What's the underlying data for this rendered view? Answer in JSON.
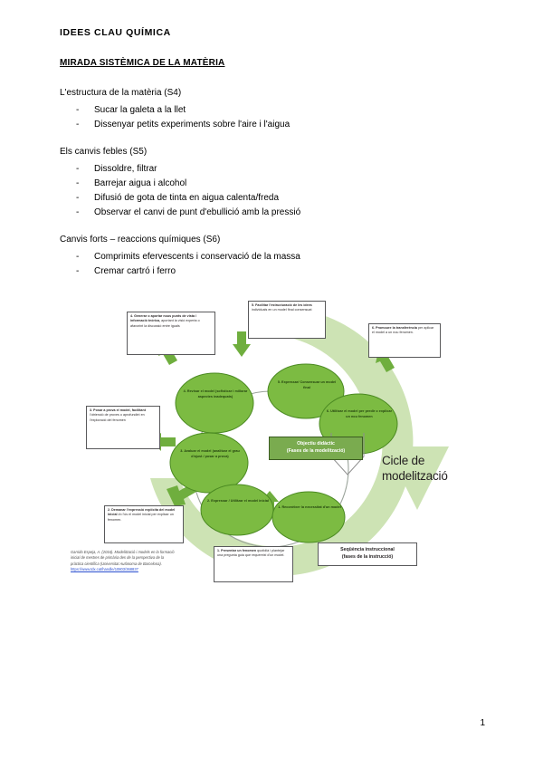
{
  "document": {
    "title": "IDEES CLAU QUÍMICA",
    "subtitle": "MIRADA SISTÈMICA DE LA MATÈRIA",
    "sections": [
      {
        "heading": "L'estructura de la matèria (S4)",
        "items": [
          "Sucar la galeta a la llet",
          "Dissenyar petits experiments sobre l'aire i l'aigua"
        ]
      },
      {
        "heading": "Els canvis febles (S5)",
        "items": [
          "Dissoldre, filtrar",
          "Barrejar aigua i alcohol",
          "Difusió de gota de tinta en aigua calenta/freda",
          "Observar el canvi de punt d'ebullició amb la pressió"
        ]
      },
      {
        "heading": "Canvis forts – reaccions químiques (S6)",
        "items": [
          "Comprimits efervescents i conservació de la massa",
          "Cremar cartró i ferro"
        ]
      }
    ],
    "bullet_dash": "-",
    "page_number": "1"
  },
  "figure": {
    "cycle_title_line1": "Cicle de",
    "cycle_title_line2": "modelització",
    "legend_objective_line1": "Objectiu didàctic",
    "legend_objective_line2": "(Fases de la modelització)",
    "legend_sequence_line1": "Seqüència instruccional",
    "legend_sequence_line2": "(fases de la instrucció)",
    "ellipses": [
      {
        "id": "1",
        "text": "1. Reconèixer la necessitat d'un model"
      },
      {
        "id": "2",
        "text": "2. Expressar / Utilitzar el model inicial"
      },
      {
        "id": "3",
        "text": "3. Avaluar el model (analitzar el grau d'ajust / posar a prova)"
      },
      {
        "id": "4",
        "text": "4. Revisar el model (sofisticar i millorar aspectes inadequats)"
      },
      {
        "id": "5",
        "text": "5. Expressar/ Consensuar un model final"
      },
      {
        "id": "6",
        "text": "6. Utilitzar el model per predir o explicar un nou fenomen"
      }
    ],
    "boxes": [
      {
        "id": "1",
        "bold": "1. Presentar un fenomen",
        "rest": "quotidià i plantejar una pregunta guia que requereixi d'un model."
      },
      {
        "id": "2",
        "bold": "2. Demanar l'expressió explícita del model inicial",
        "rest": "i/o l'ús el model inicial per explicar un fenomen."
      },
      {
        "id": "3",
        "bold": "3. Posar a prova el model, facilitant",
        "rest": "l'obtenció de proves o aprofundint en l'exploració del fenomen"
      },
      {
        "id": "4",
        "bold": "4. Generar o aportar nous punts de vista / informació teòrica,",
        "rest": "aportant la visió experta o afavorint la discussió entre iguals"
      },
      {
        "id": "5",
        "bold": "5. Facilitar l'estructuració de les idees",
        "rest": "individuals en un model final consensuat"
      },
      {
        "id": "6",
        "bold": "6. Promoure la transferència",
        "rest": "per aplicar el model a un nou fenomen."
      }
    ],
    "citation": {
      "text": "Garrido Espeja, A. (2016). Modelització i models en la formació inicial de mestres de primària des de la perspectiva de la pràctica científica (Universitat Autònoma de Barcelona).",
      "url": "https://www.tdx.cat/handle/10803/368837"
    },
    "colors": {
      "ellipse_fill": "#7cbb42",
      "ring_fill": "#cde3b4",
      "legend_green": "#7aab4f",
      "link": "#2b4fd0"
    }
  }
}
